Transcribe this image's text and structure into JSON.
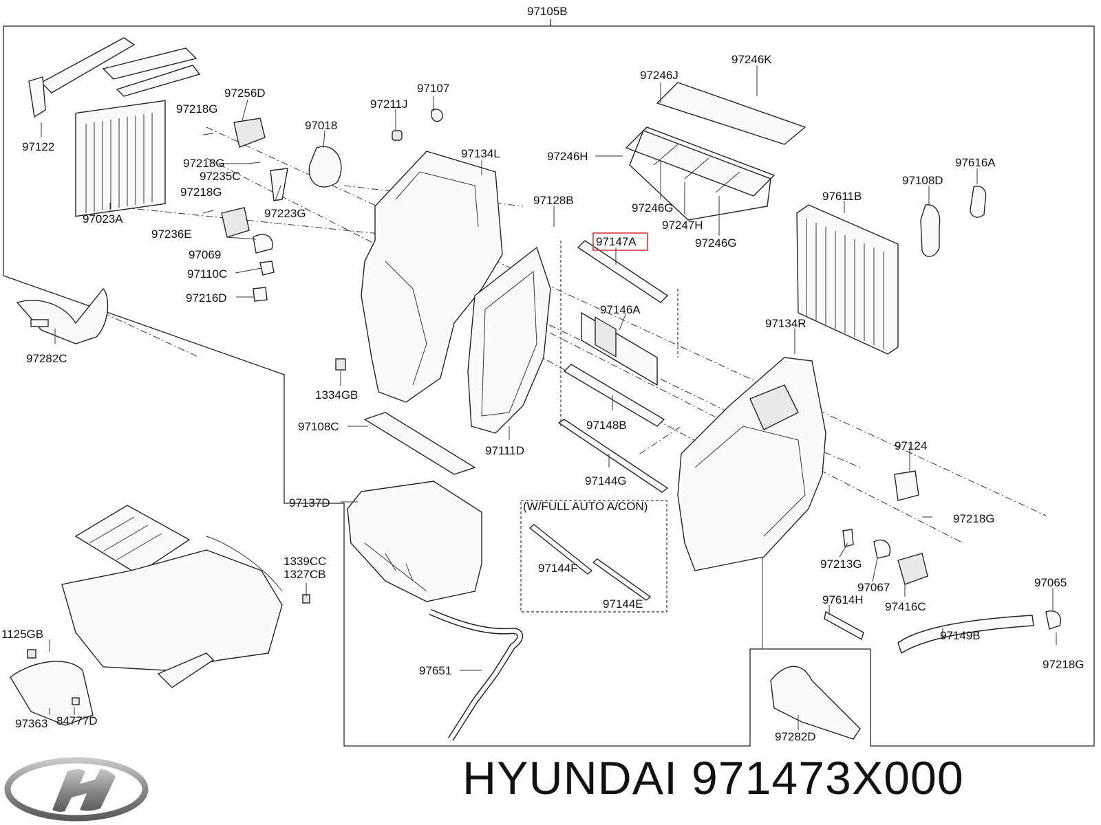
{
  "callouts": {
    "top": "97105B",
    "c97122": "97122",
    "c97023A": "97023A",
    "c97256D": "97256D",
    "c97218G_a": "97218G",
    "c97218G_b": "97218G",
    "c97235C": "97235C",
    "c97218G_c": "97218G",
    "c97223G": "97223G",
    "c97236E": "97236E",
    "c97069": "97069",
    "c97110C": "97110C",
    "c97216D": "97216D",
    "c97018": "97018",
    "c97211J": "97211J",
    "c97107": "97107",
    "c97134L": "97134L",
    "c97128B": "97128B",
    "c97147A": "97147A",
    "c97246J": "97246J",
    "c97246K": "97246K",
    "c97246H": "97246H",
    "c97246G_a": "97246G",
    "c97247H": "97247H",
    "c97246G_b": "97246G",
    "c97108D": "97108D",
    "c97616A": "97616A",
    "c97611B": "97611B",
    "c97146A": "97146A",
    "c97134R": "97134R",
    "c97282C_left": "97282C",
    "c1334GB": "1334GB",
    "c97108C": "97108C",
    "c97111D": "97111D",
    "c97148B": "97148B",
    "c97144G": "97144G",
    "c97124": "97124",
    "c97218G_d": "97218G",
    "c97137D": "97137D",
    "note": "(W/FULL AUTO A/CON)",
    "c97144F": "97144F",
    "c97144E": "97144E",
    "c97213G": "97213G",
    "c97067": "97067",
    "c97416C": "97416C",
    "c97065": "97065",
    "c97614H": "97614H",
    "c97149B": "97149B",
    "c97218G_e": "97218G",
    "c1339CC": "1339CC",
    "c1327CB": "1327CB",
    "c1125GB": "1125GB",
    "c97363": "97363",
    "c84777D": "84777D",
    "c97651": "97651",
    "c97282D": "97282D"
  },
  "footer": {
    "brand": "HYUNDAI",
    "part_number": "971473X000",
    "logo_icon": "hyundai-logo-icon"
  },
  "highlight_color": "#d33a3a"
}
